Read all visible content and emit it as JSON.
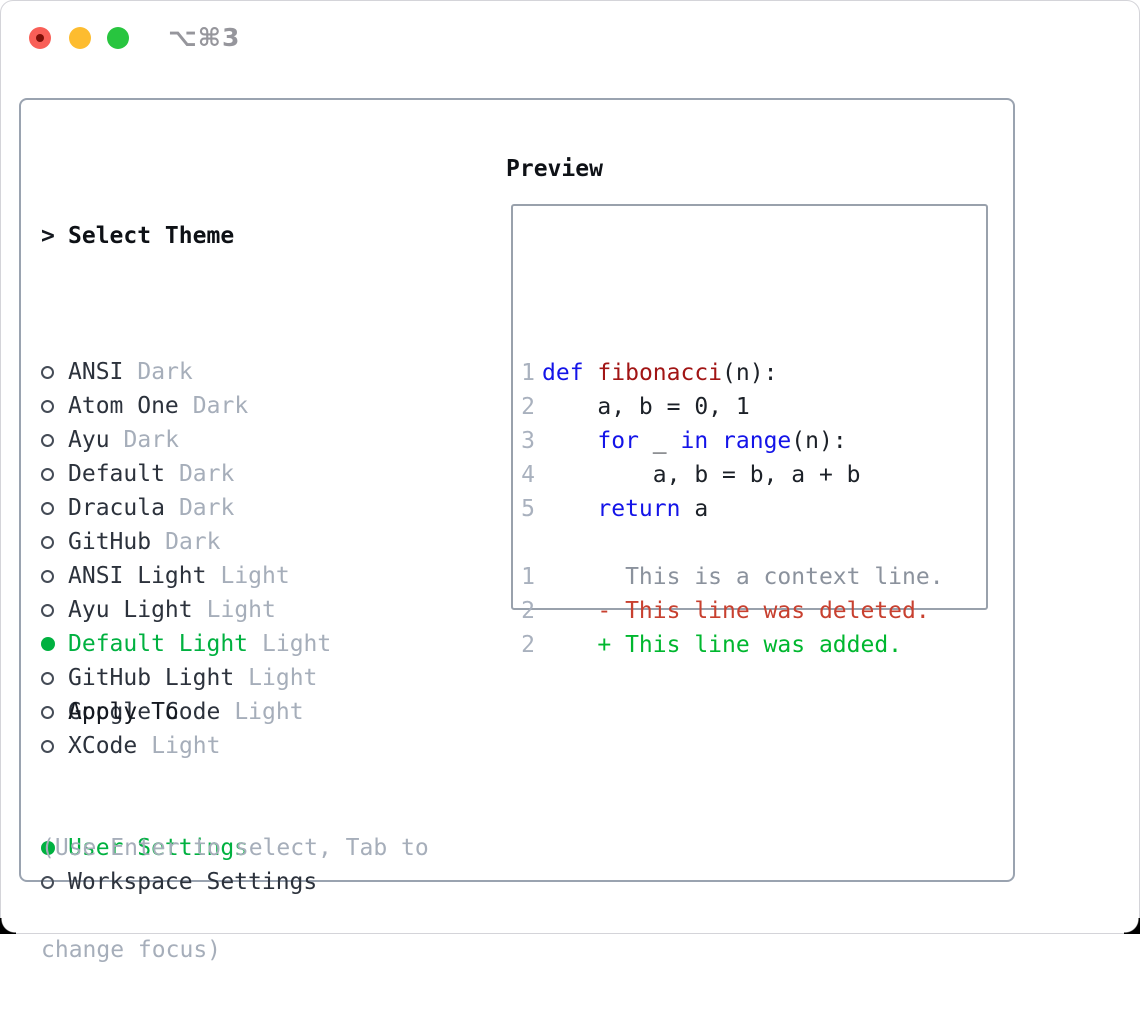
{
  "window": {
    "title": "⌥⌘3"
  },
  "colors": {
    "accent_green": "#00b140",
    "added_green": "#00b72f",
    "deleted_red": "#c8402f",
    "keyword_blue": "#1414e8",
    "function_red": "#a11515",
    "muted_gray": "#a6aeba",
    "panel_border": "#9aa3b0",
    "traffic_red": "#f95f57",
    "traffic_yellow": "#fdbc2f",
    "traffic_green": "#28c53f"
  },
  "theme_picker": {
    "prompt": ">",
    "title": "Select Theme",
    "items": [
      {
        "name": "ANSI",
        "tag": "Dark",
        "selected": false
      },
      {
        "name": "Atom One",
        "tag": "Dark",
        "selected": false
      },
      {
        "name": "Ayu",
        "tag": "Dark",
        "selected": false
      },
      {
        "name": "Default",
        "tag": "Dark",
        "selected": false
      },
      {
        "name": "Dracula",
        "tag": "Dark",
        "selected": false
      },
      {
        "name": "GitHub",
        "tag": "Dark",
        "selected": false
      },
      {
        "name": "ANSI Light",
        "tag": "Light",
        "selected": false
      },
      {
        "name": "Ayu Light",
        "tag": "Light",
        "selected": false
      },
      {
        "name": "Default Light",
        "tag": "Light",
        "selected": true
      },
      {
        "name": "GitHub Light",
        "tag": "Light",
        "selected": false
      },
      {
        "name": "Google Code",
        "tag": "Light",
        "selected": false
      },
      {
        "name": "XCode",
        "tag": "Light",
        "selected": false
      }
    ]
  },
  "apply_to": {
    "title": "Apply To",
    "items": [
      {
        "label": "User Settings",
        "selected": true
      },
      {
        "label": "Workspace Settings",
        "selected": false
      }
    ]
  },
  "help": {
    "line1": "(Use Enter to select, Tab to",
    "line2": "change focus)"
  },
  "preview": {
    "label": "Preview",
    "code_lines": [
      {
        "num": "1",
        "segments": [
          {
            "t": "def",
            "c": "kw"
          },
          {
            "t": " ",
            "c": "pl"
          },
          {
            "t": "fibonacci",
            "c": "fn"
          },
          {
            "t": "(n):",
            "c": "pl"
          }
        ]
      },
      {
        "num": "2",
        "segments": [
          {
            "t": "    a, b = 0, 1",
            "c": "pl"
          }
        ]
      },
      {
        "num": "3",
        "segments": [
          {
            "t": "    ",
            "c": "pl"
          },
          {
            "t": "for",
            "c": "kw"
          },
          {
            "t": " _ ",
            "c": "pl"
          },
          {
            "t": "in",
            "c": "kw"
          },
          {
            "t": " ",
            "c": "pl"
          },
          {
            "t": "range",
            "c": "kw"
          },
          {
            "t": "(n):",
            "c": "pl"
          }
        ]
      },
      {
        "num": "4",
        "segments": [
          {
            "t": "        a, b = b, a + b",
            "c": "pl"
          }
        ]
      },
      {
        "num": "5",
        "segments": [
          {
            "t": "    ",
            "c": "pl"
          },
          {
            "t": "return",
            "c": "kw"
          },
          {
            "t": " a",
            "c": "pl"
          }
        ]
      }
    ],
    "diff_lines": [
      {
        "num": "1",
        "kind": "context",
        "text": "      This is a context line."
      },
      {
        "num": "2",
        "kind": "deleted",
        "text": "    - This line was deleted."
      },
      {
        "num": "2",
        "kind": "added",
        "text": "    + This line was added."
      }
    ]
  }
}
